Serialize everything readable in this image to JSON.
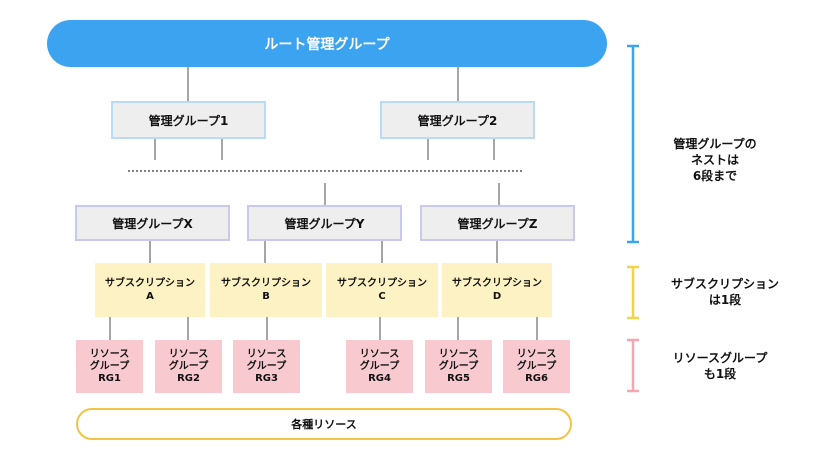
{
  "root": {
    "label": "ルート管理グループ"
  },
  "management_groups_top": [
    {
      "label": "管理グループ1"
    },
    {
      "label": "管理グループ2"
    }
  ],
  "management_groups_lower": [
    {
      "label": "管理グループX"
    },
    {
      "label": "管理グループY"
    },
    {
      "label": "管理グループZ"
    }
  ],
  "subscriptions": [
    {
      "label": "サブスクリプション",
      "suffix": "A"
    },
    {
      "label": "サブスクリプション",
      "suffix": "B"
    },
    {
      "label": "サブスクリプション",
      "suffix": "C"
    },
    {
      "label": "サブスクリプション",
      "suffix": "D"
    }
  ],
  "resource_groups": [
    {
      "line1": "リソース",
      "line2": "グループ",
      "line3": "RG1"
    },
    {
      "line1": "リソース",
      "line2": "グループ",
      "line3": "RG2"
    },
    {
      "line1": "リソース",
      "line2": "グループ",
      "line3": "RG3"
    },
    {
      "line1": "リソース",
      "line2": "グループ",
      "line3": "RG4"
    },
    {
      "line1": "リソース",
      "line2": "グループ",
      "line3": "RG5"
    },
    {
      "line1": "リソース",
      "line2": "グループ",
      "line3": "RG6"
    }
  ],
  "resources": {
    "label": "各種リソース"
  },
  "notes": {
    "management": {
      "line1": "管理グループの",
      "line2": "ネストは",
      "line3": "6段まで",
      "color": "#3ca3f0"
    },
    "subscription": {
      "line1": "サブスクリプション",
      "line2": "は1段",
      "color": "#f3d34c"
    },
    "resource_group": {
      "line1": "リソースグループ",
      "line2": "も1段",
      "color": "#f4a6b2"
    }
  }
}
